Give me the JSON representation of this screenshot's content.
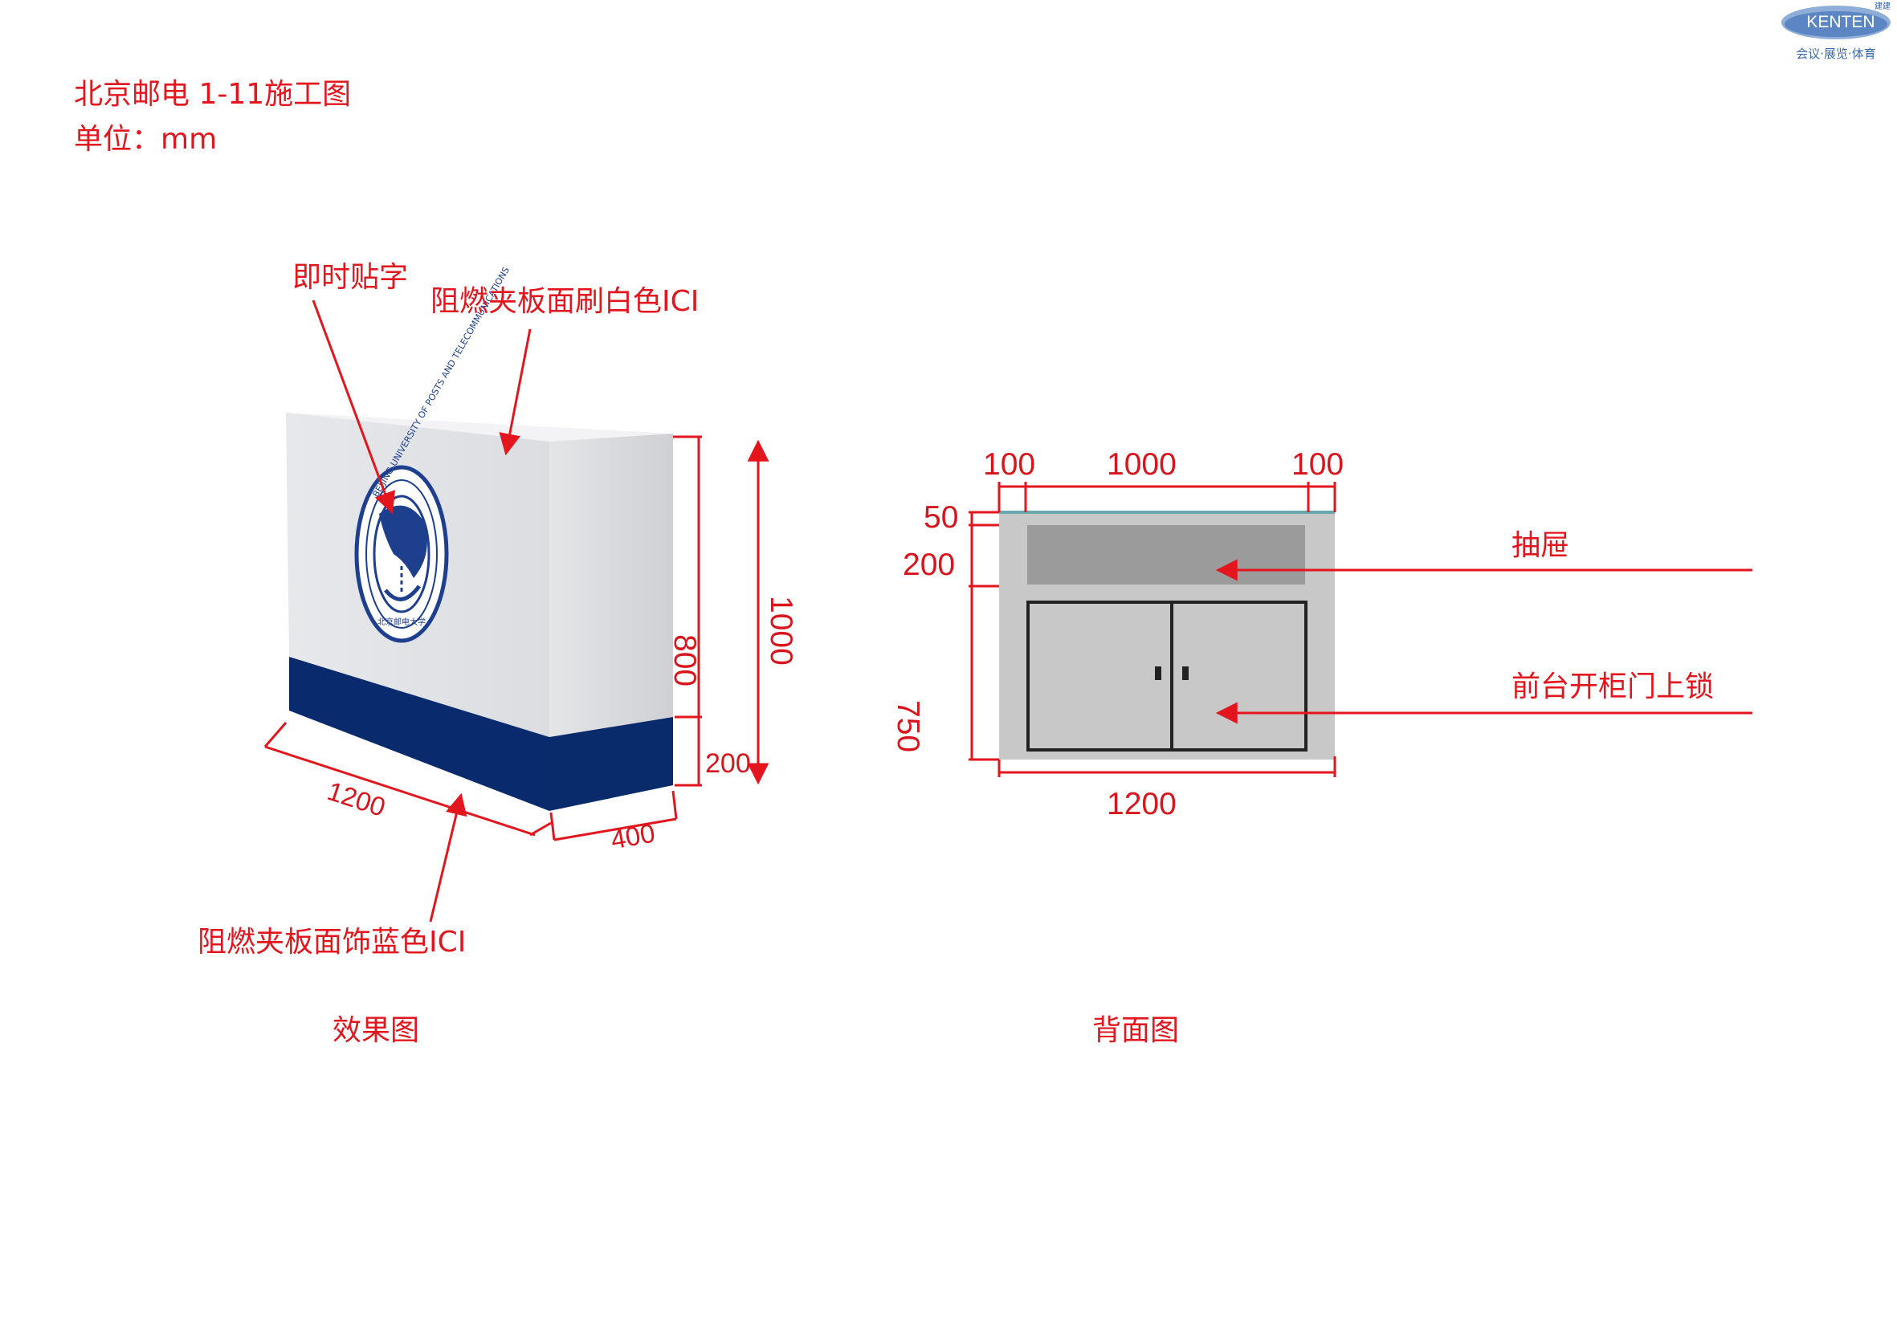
{
  "header": {
    "title": "北京邮电 1-11施工图",
    "unit": "单位：mm"
  },
  "brand": {
    "name": "KENTEN",
    "small": "建建",
    "tagline": "会议·展览·体育"
  },
  "annotations": {
    "instant_lettering": "即时贴字",
    "top_material": "阻燃夹板面刷白色ICI",
    "bottom_material": "阻燃夹板面饰蓝色ICI",
    "drawer": "抽屉",
    "cabinet": "前台开柜门上锁"
  },
  "captions": {
    "effect": "效果图",
    "back": "背面图"
  },
  "dimensions": {
    "height_upper": "800",
    "height_lower": "200",
    "height_total": "1000",
    "length": "1200",
    "depth": "400",
    "back_left": "100",
    "back_center": "1000",
    "back_right": "100",
    "back_top_gap": "50",
    "back_drawer": "200",
    "back_cabinet": "750",
    "back_width": "1200"
  },
  "logo_ring_text": "BEIJING UNIVERSITY OF POSTS AND TELECOMMUNICATIONS",
  "logo_cn_text": "北京邮电大学",
  "colors": {
    "accent_red": "#e3161d",
    "navy": "#0a2a6e",
    "panel_light": "#e2e3e5",
    "back_gray": "#c8c8c8",
    "drawer_gray": "#9b9b9b",
    "brand_blue": "#2f5c9d"
  }
}
